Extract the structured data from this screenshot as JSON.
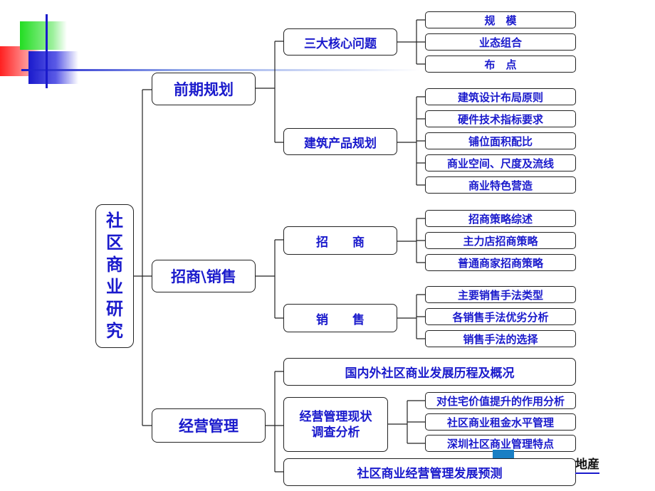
{
  "root": {
    "label": "社\n区\n商\n业\n研\n究"
  },
  "level1": {
    "planning": "前期规划",
    "sales": "招商\\销售",
    "operation": "经营管理"
  },
  "level2": {
    "core_issues": "三大核心问题",
    "building_product": "建筑产品规划",
    "leasing": "招　　商",
    "selling": "销　　售",
    "domestic_history": "国内外社区商业发展历程及概况",
    "status_survey": "经营管理现状\n调查分析",
    "forecast": "社区商业经营管理发展预测"
  },
  "level3": {
    "core_issues": [
      "规　模",
      "业态组合",
      "布　点"
    ],
    "building_product": [
      "建筑设计布局原则",
      "硬件技术指标要求",
      "铺位面积配比",
      "商业空间、尺度及流线",
      "商业特色营造"
    ],
    "leasing": [
      "招商策略综述",
      "主力店招商策略",
      "普通商家招商策略"
    ],
    "selling": [
      "主要销售手法类型",
      "各销售手法优劣分析",
      "销售手法的选择"
    ],
    "status_survey": [
      "对住宅价值提升的作用分析",
      "社区商业租金水平管理",
      "深圳社区商业管理特点"
    ]
  },
  "footer": {
    "text": "地産"
  },
  "colors": {
    "text_blue": "#1a1acc",
    "deco_green": "#22dd22",
    "deco_red": "#ff2222",
    "deco_blue": "#1a1acc",
    "footer_square": "#1a7fc4"
  }
}
